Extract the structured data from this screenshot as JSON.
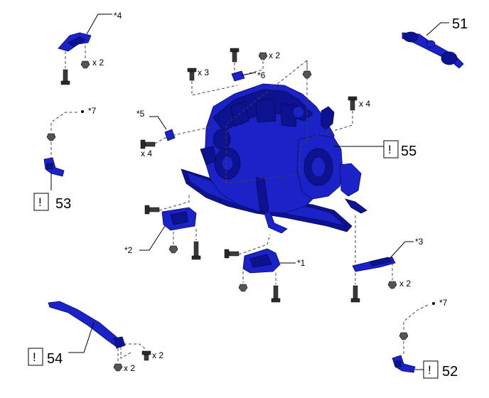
{
  "callouts": {
    "ref_51": "51",
    "ref_52": "52",
    "ref_53": "53",
    "ref_54": "54",
    "ref_55": "55",
    "caution_mark": "!"
  },
  "notes": {
    "n1": "*1",
    "n2": "*2",
    "n3": "*3",
    "n4": "*4",
    "n5": "*5",
    "n6": "*6",
    "n7_left": "*7",
    "n7_right": "*7"
  },
  "quantities": {
    "bracket4_nut": "x 2",
    "top_nut": "x 2",
    "top_bolt": "x 3",
    "right_bolt": "x 4",
    "left_bolt": "x 4",
    "bracket3_nut": "x 2",
    "bar54_bolt": "x 2",
    "bar54_nut": "x 2"
  },
  "colors": {
    "part": "#1a22c8",
    "part_dark": "#0d1390",
    "line": "#000000"
  }
}
